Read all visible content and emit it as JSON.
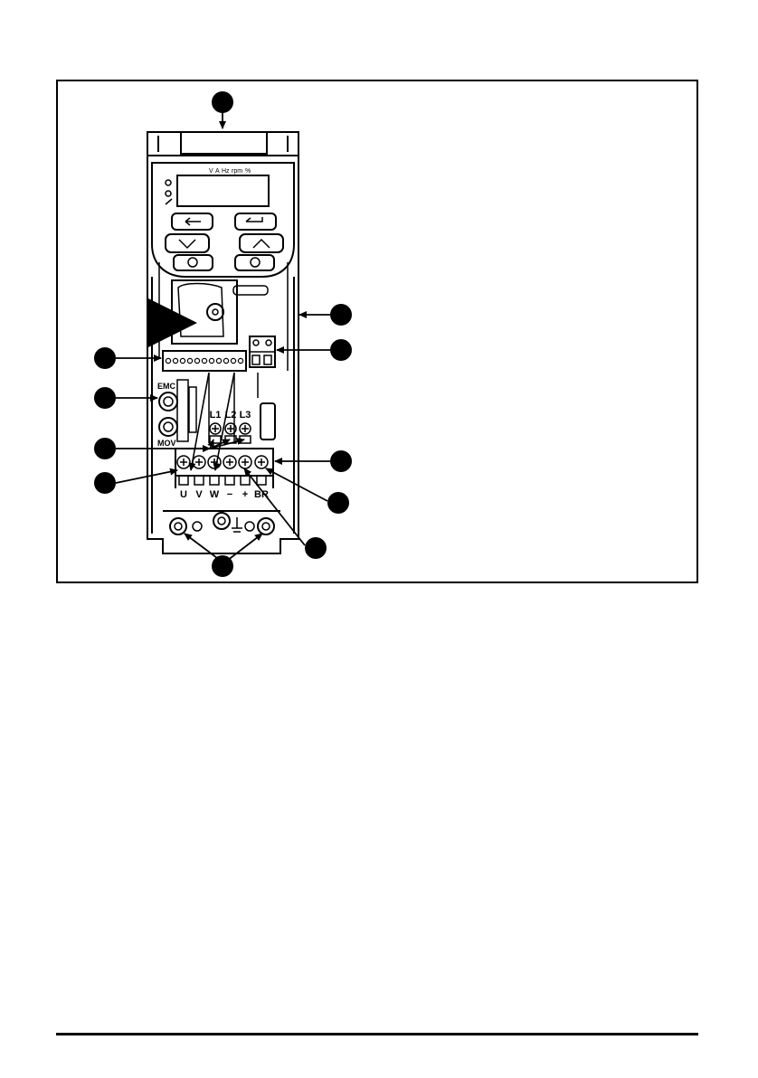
{
  "diagram": {
    "display_units": [
      "V",
      "A",
      "Hz",
      "rpm",
      "%"
    ],
    "switch_labels": {
      "emc": "EMC",
      "mov": "MOV"
    },
    "supply_terminals": [
      "L1",
      "L2",
      "L3"
    ],
    "output_terminals": [
      "U",
      "V",
      "W",
      "−",
      "+",
      "BR"
    ],
    "callouts": [
      "",
      "",
      "",
      "",
      "",
      "",
      "",
      "",
      "",
      "",
      ""
    ],
    "colors": {
      "line": "#000000",
      "background": "#ffffff",
      "callout_fill": "#000000"
    },
    "icons": [
      "escape-key-icon",
      "enter-key-icon",
      "down-key-icon",
      "up-key-icon",
      "start-key-icon",
      "stop-key-icon"
    ]
  }
}
